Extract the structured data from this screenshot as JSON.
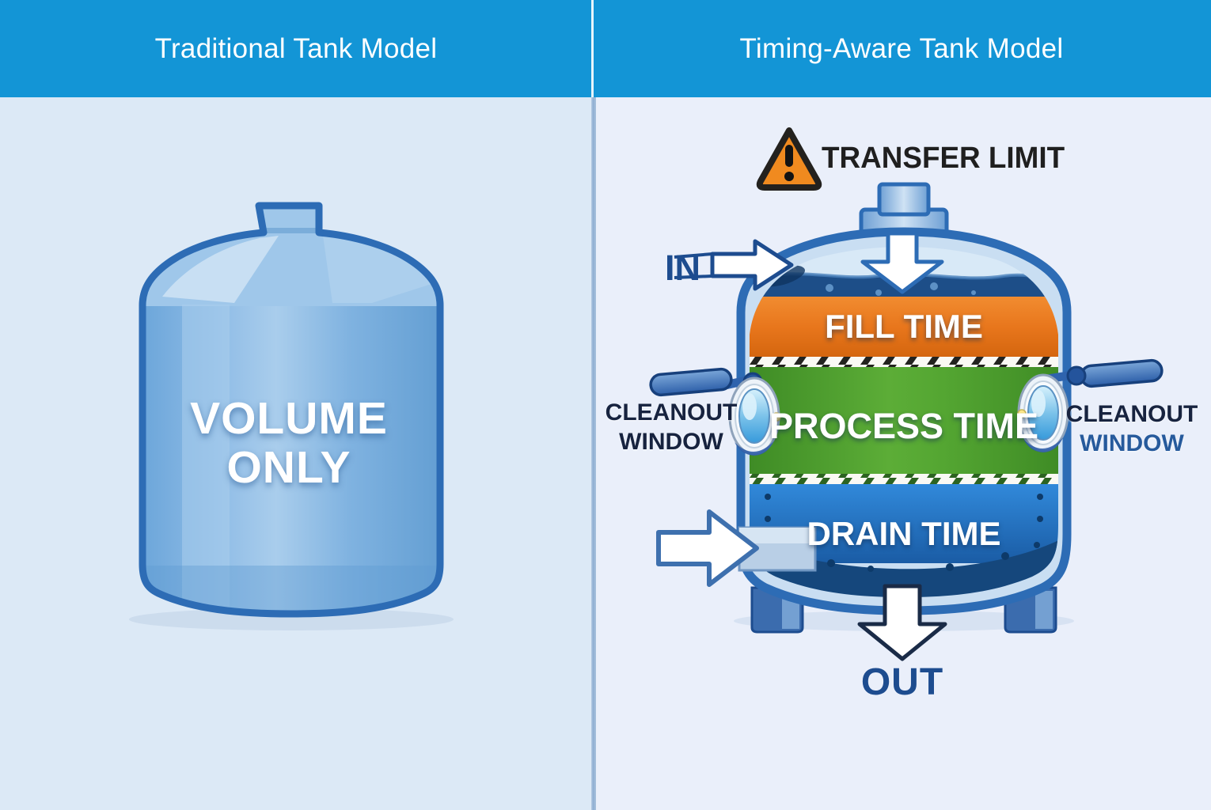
{
  "left": {
    "header": "Traditional Tank Model",
    "tank_label": {
      "line1": "VOLUME",
      "line2": "ONLY"
    }
  },
  "right": {
    "header": "Timing-Aware Tank Model",
    "transfer_limit_label": "TRANSFER LIMIT",
    "in_label": "IN",
    "bands": [
      {
        "label": "FILL TIME",
        "color": "#e8761c"
      },
      {
        "label": "PROCESS TIME",
        "color": "#4f9e2e"
      },
      {
        "label": "DRAIN TIME",
        "color": "#2476c8"
      }
    ],
    "cleanout_left": {
      "line1": "CLEANOUT",
      "line2": "WINDOW"
    },
    "cleanout_right": {
      "line1": "CLEANOUT",
      "line2": "WINDOW"
    },
    "out_label": "OUT"
  },
  "icons": {
    "warning": "warning-triangle-icon",
    "in_arrow": "right-arrow-icon",
    "transfer_arrow": "down-arrow-icon",
    "drain_arrow": "right-arrow-icon",
    "out_arrow": "down-arrow-icon",
    "cleanout_porthole": "porthole-icon"
  },
  "colors": {
    "header_bg": "#1395d6",
    "left_panel_bg": "#dce9f6",
    "right_panel_bg": "#eaeffa",
    "tank_outline": "#2d6cb5",
    "tank_body_blue": "#7db2e0",
    "water_navy": "#1d4e88",
    "fill_band_orange": "#e8761c",
    "process_band_green": "#4f9e2e",
    "drain_band_blue": "#2476c8",
    "navy_text": "#1d4c8f",
    "dark_text": "#1f1f1f",
    "warning_orange": "#f08a1f"
  }
}
